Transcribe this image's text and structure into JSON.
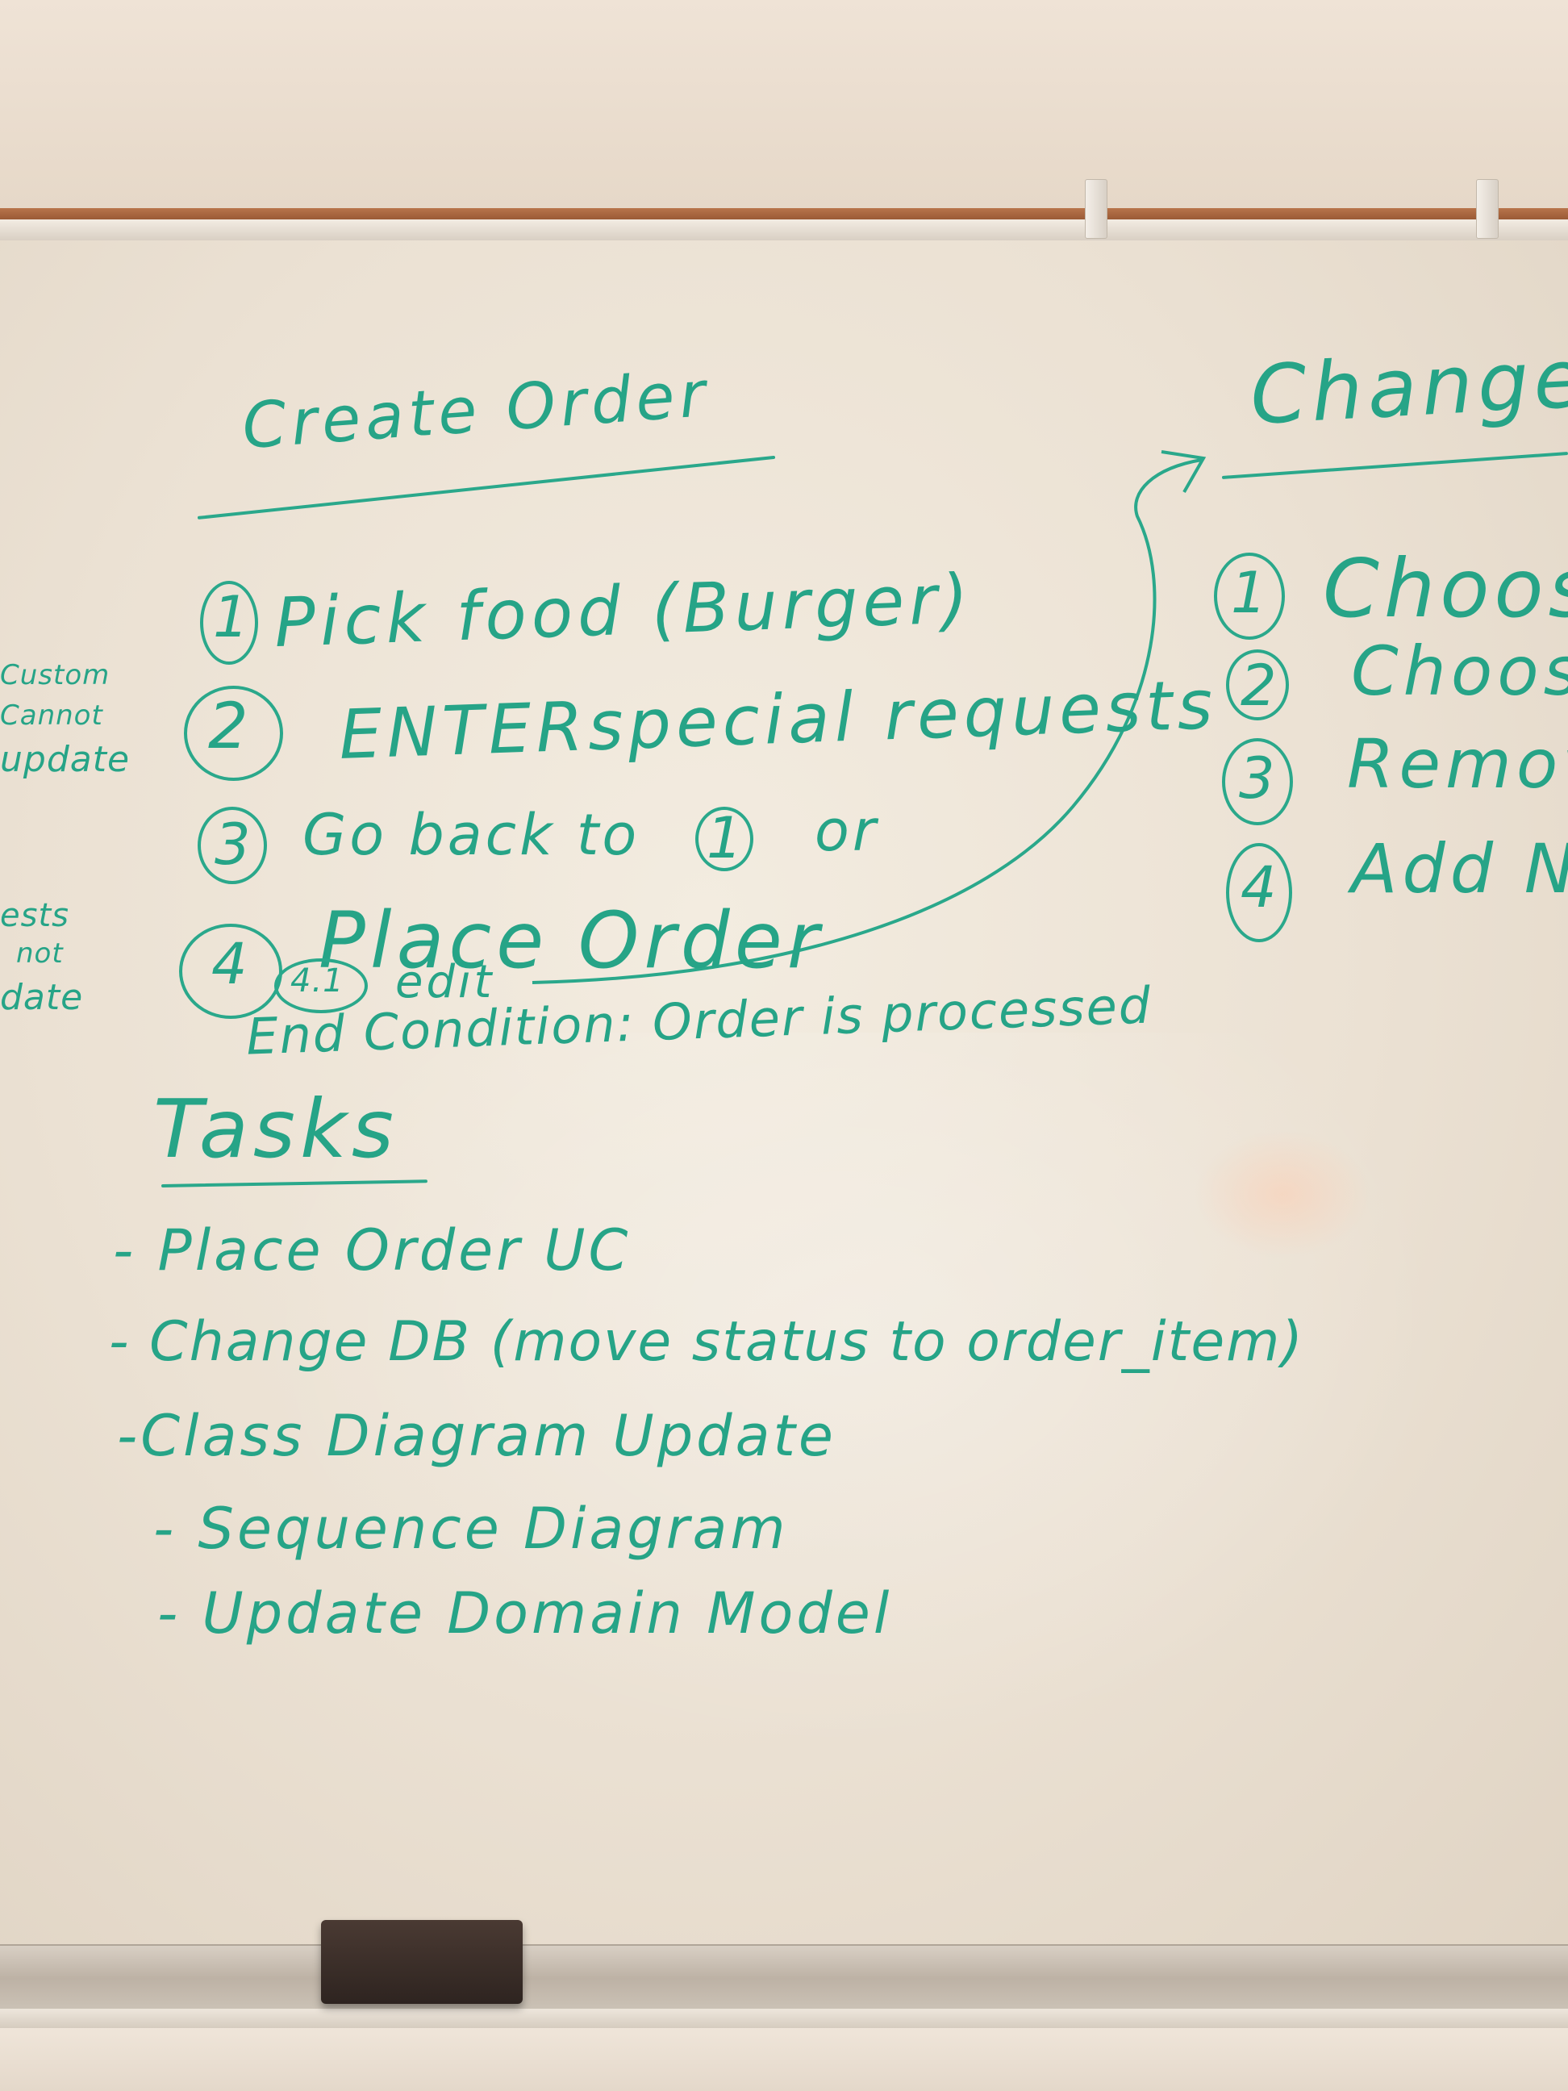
{
  "create_order": {
    "title": "Create Order",
    "steps": [
      {
        "num": "1",
        "text": "Pick food (Burger)"
      },
      {
        "num": "2",
        "text": "ENTERspecial requests"
      },
      {
        "num": "3",
        "text": "Go back to"
      },
      {
        "num": "4",
        "text": "Place Order"
      }
    ],
    "step3_ref": "1",
    "step3_tail": "or",
    "sub_step": {
      "num": "4.1",
      "text": "edit"
    },
    "end_condition": "End Condition: Order is processed"
  },
  "change_order": {
    "title": "Change",
    "steps": [
      {
        "num": "1",
        "text": "Choos"
      },
      {
        "num": "2",
        "text": "Choose"
      },
      {
        "num": "3",
        "text": "Remov"
      },
      {
        "num": "4",
        "text": "Add Ne"
      }
    ]
  },
  "left_margin": {
    "note_a": [
      "Custom",
      "Cannot",
      "update"
    ],
    "note_b": [
      "ests",
      "not",
      "date"
    ]
  },
  "tasks": {
    "title": "Tasks",
    "items": [
      "- Place Order UC",
      "- Change DB (move status to order_item)",
      "-Class Diagram Update",
      "- Sequence Diagram",
      "- Update Domain Model"
    ]
  },
  "colors": {
    "marker": "#26a487",
    "board": "#ede3d6",
    "trim": "#a8633d",
    "eraser": "#3a2d28"
  }
}
